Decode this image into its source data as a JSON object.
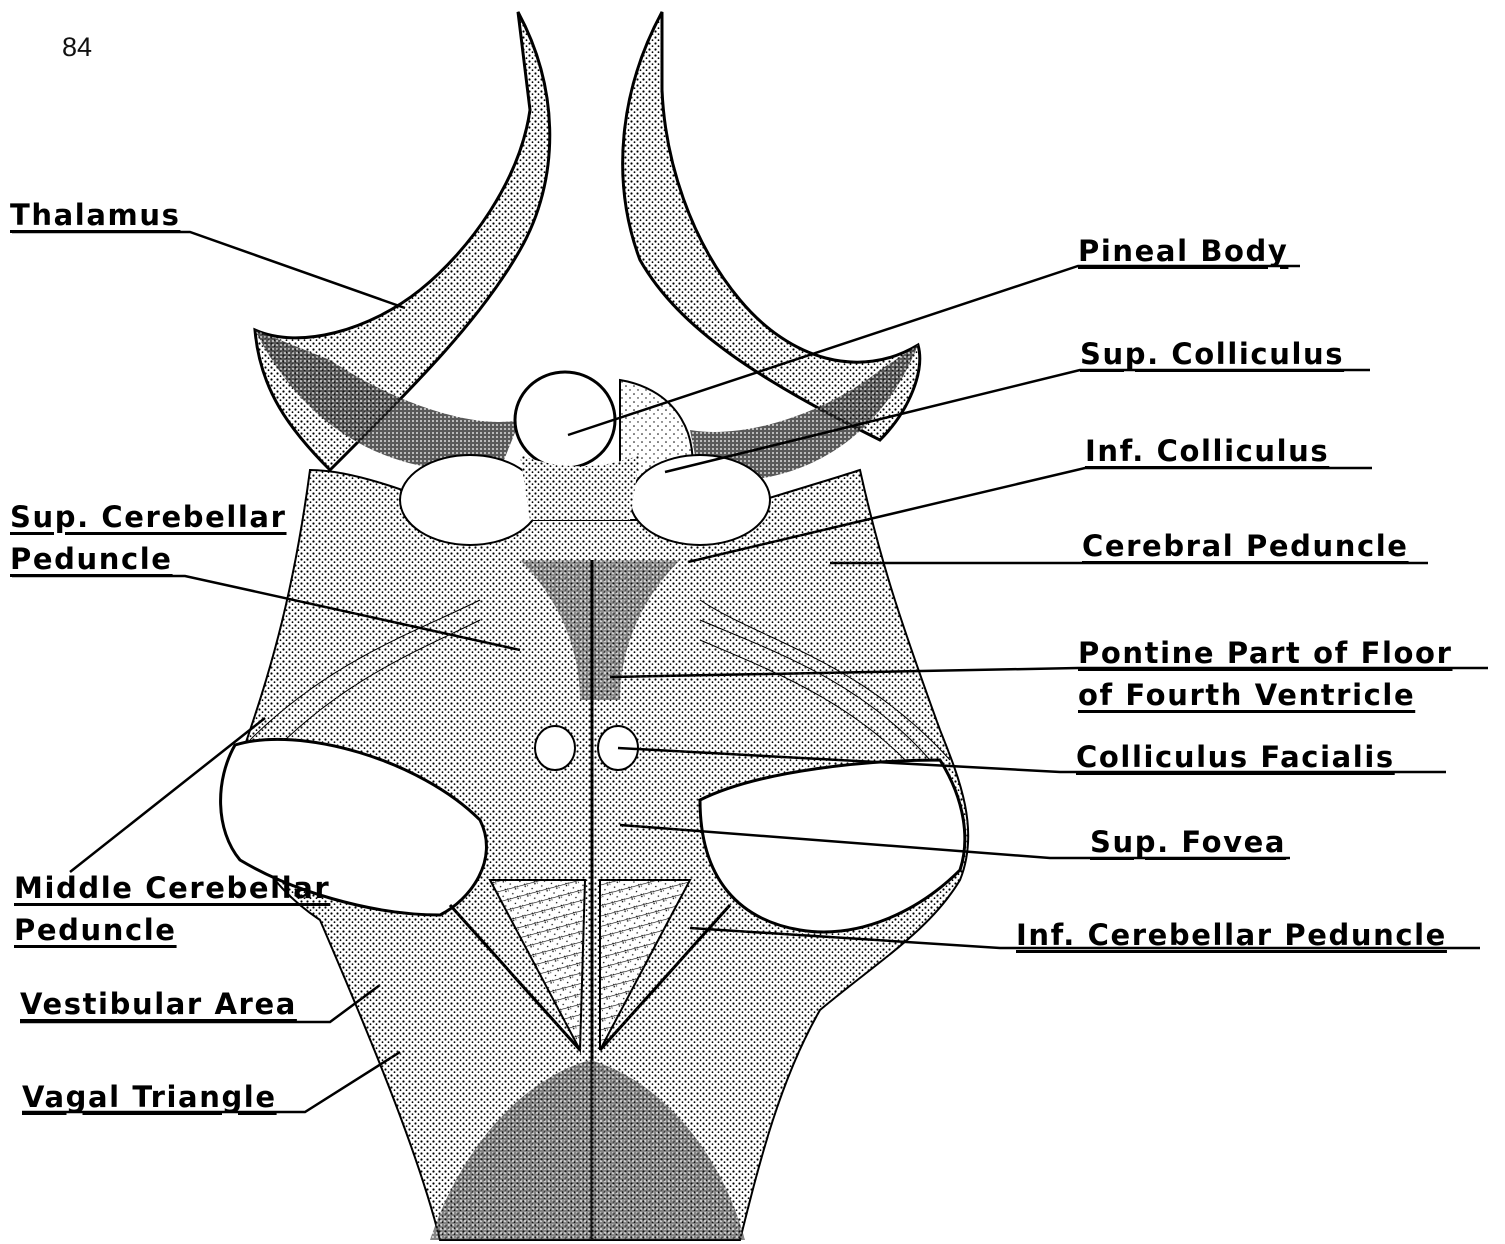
{
  "page_number": "84",
  "colors": {
    "ink": "#000000",
    "paper": "#ffffff"
  },
  "labels": {
    "thalamus": "Thalamus",
    "pineal_body": "Pineal Body",
    "sup_colliculus": "Sup. Colliculus",
    "inf_colliculus": "Inf. Colliculus",
    "sup_cerebellar_peduncle_1": "Sup. Cerebellar",
    "sup_cerebellar_peduncle_2": "Peduncle",
    "cerebral_peduncle": "Cerebral Peduncle",
    "pontine_part_1": "Pontine Part of Floor",
    "pontine_part_2": "of Fourth Ventricle",
    "colliculus_facialis": "Colliculus Facialis",
    "sup_fovea": "Sup. Fovea",
    "middle_cerebellar_peduncle_1": "Middle Cerebellar",
    "middle_cerebellar_peduncle_2": "Peduncle",
    "inf_cerebellar_peduncle": "Inf. Cerebellar Peduncle",
    "vestibular_area": "Vestibular Area",
    "vagal_triangle": "Vagal Triangle"
  }
}
